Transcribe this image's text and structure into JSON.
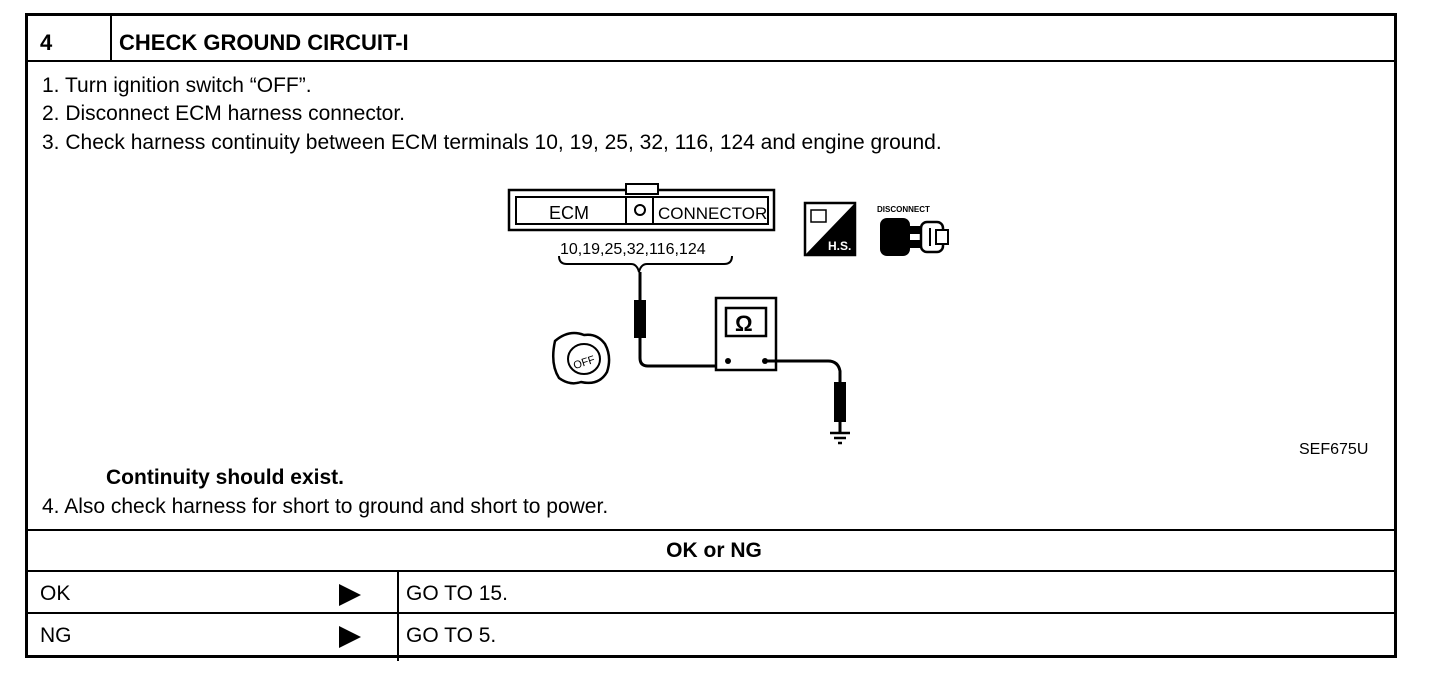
{
  "header": {
    "step_number": "4",
    "title": "CHECK GROUND CIRCUIT-I"
  },
  "instructions": [
    "1.  Turn ignition switch “OFF”.",
    "2.  Disconnect ECM harness connector.",
    "3.  Check harness continuity between ECM terminals 10, 19, 25, 32, 116, 124 and engine ground."
  ],
  "diagram": {
    "ecm_label": "ECM",
    "connector_label": "CONNECTOR",
    "terminals": "10,19,25,32,116,124",
    "ohm_symbol": "Ω",
    "key_label": "OFF",
    "hs_label": "H.S.",
    "disconnect_label": "DISCONNECT",
    "figure_code": "SEF675U"
  },
  "expectation": "Continuity should exist.",
  "step4": "4.  Also check harness for short to ground and short to power.",
  "result_header": "OK or NG",
  "results": [
    {
      "status": "OK",
      "action": "GO TO 15."
    },
    {
      "status": "NG",
      "action": "GO TO 5."
    }
  ]
}
